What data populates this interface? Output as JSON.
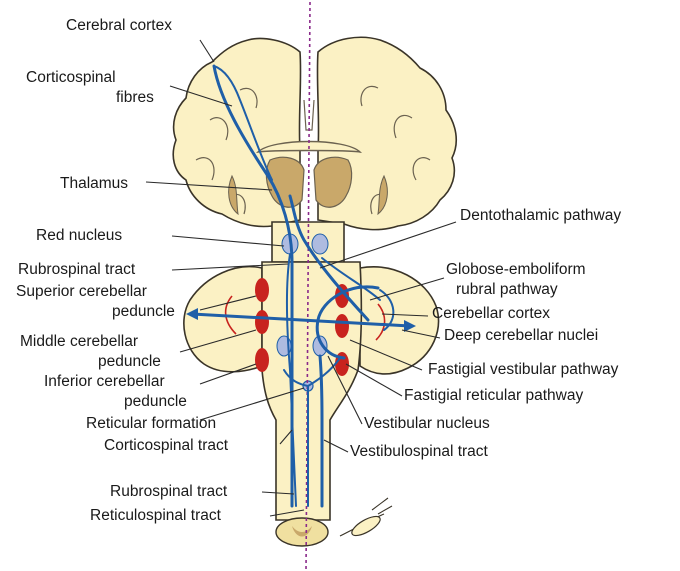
{
  "labels": {
    "cerebral_cortex": "Cerebral cortex",
    "corticospinal_fibres_1": "Corticospinal",
    "corticospinal_fibres_2": "fibres",
    "thalamus": "Thalamus",
    "red_nucleus": "Red nucleus",
    "rubrospinal_tract_upper": "Rubrospinal tract",
    "superior_cerebellar_1": "Superior cerebellar",
    "superior_cerebellar_2": "peduncle",
    "middle_cerebellar_1": "Middle cerebellar",
    "middle_cerebellar_2": "peduncle",
    "inferior_cerebellar_1": "Inferior cerebellar",
    "inferior_cerebellar_2": "peduncle",
    "reticular_formation": "Reticular formation",
    "corticospinal_tract": "Corticospinal tract",
    "rubrospinal_tract_lower": "Rubrospinal tract",
    "reticulospinal_tract": "Reticulospinal tract",
    "dentothalamic_pathway": "Dentothalamic pathway",
    "globose_1": "Globose-emboliform",
    "globose_2": "rubral pathway",
    "cerebellar_cortex": "Cerebellar cortex",
    "deep_cerebellar_nuclei": "Deep cerebellar nuclei",
    "fastigial_vestibular": "Fastigial vestibular pathway",
    "fastigial_reticular": "Fastigial reticular pathway",
    "vestibular_nucleus": "Vestibular nucleus",
    "vestibulospinal_tract": "Vestibulospinal tract"
  },
  "colors": {
    "tissue": "#fbf1c4",
    "tissue_outline": "#3a3428",
    "thalamus": "#c9a86a",
    "red_nucleus": "#aebbe0",
    "peduncle": "#c8231e",
    "tract": "#1f5fa8",
    "midline": "#8a2a8a"
  }
}
